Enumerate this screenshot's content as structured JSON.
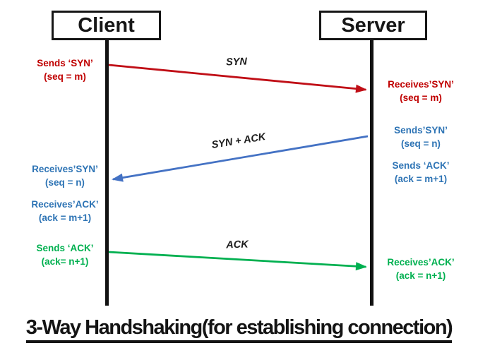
{
  "diagram": {
    "title": "3-Way Handshaking(for establishing connection)",
    "actors": [
      {
        "label": "Client"
      },
      {
        "label": "Server"
      }
    ],
    "messages": [
      {
        "label": "SYN",
        "from": "Client",
        "to": "Server"
      },
      {
        "label": "SYN + ACK",
        "from": "Server",
        "to": "Client"
      },
      {
        "label": "ACK",
        "from": "Client",
        "to": "Server"
      }
    ],
    "client_annotations": [
      {
        "line1": "Sends ‘SYN’",
        "line2": "(seq = m)",
        "color": "red"
      },
      {
        "line1": "Receives’SYN’",
        "line2": "(seq = n)",
        "color": "blue"
      },
      {
        "line1": "Receives’ACK’",
        "line2": "(ack = m+1)",
        "color": "blue"
      },
      {
        "line1": "Sends ‘ACK’",
        "line2": "(ack= n+1)",
        "color": "green"
      }
    ],
    "server_annotations": [
      {
        "line1": "Receives’SYN’",
        "line2": "(seq = m)",
        "color": "red"
      },
      {
        "line1": "Sends’SYN’",
        "line2": "(seq = n)",
        "color": "blue"
      },
      {
        "line1": "Sends ‘ACK’",
        "line2": "(ack = m+1)",
        "color": "blue"
      },
      {
        "line1": "Receives’ACK’",
        "line2": "(ack = n+1)",
        "color": "green"
      }
    ],
    "colors": {
      "red_text": "#c00000",
      "blue_text": "#2e74b5",
      "green_text": "#00b050",
      "arrow_red": "#c00e16",
      "arrow_blue": "#4472c4",
      "arrow_green": "#00b050",
      "black": "#141414"
    }
  }
}
